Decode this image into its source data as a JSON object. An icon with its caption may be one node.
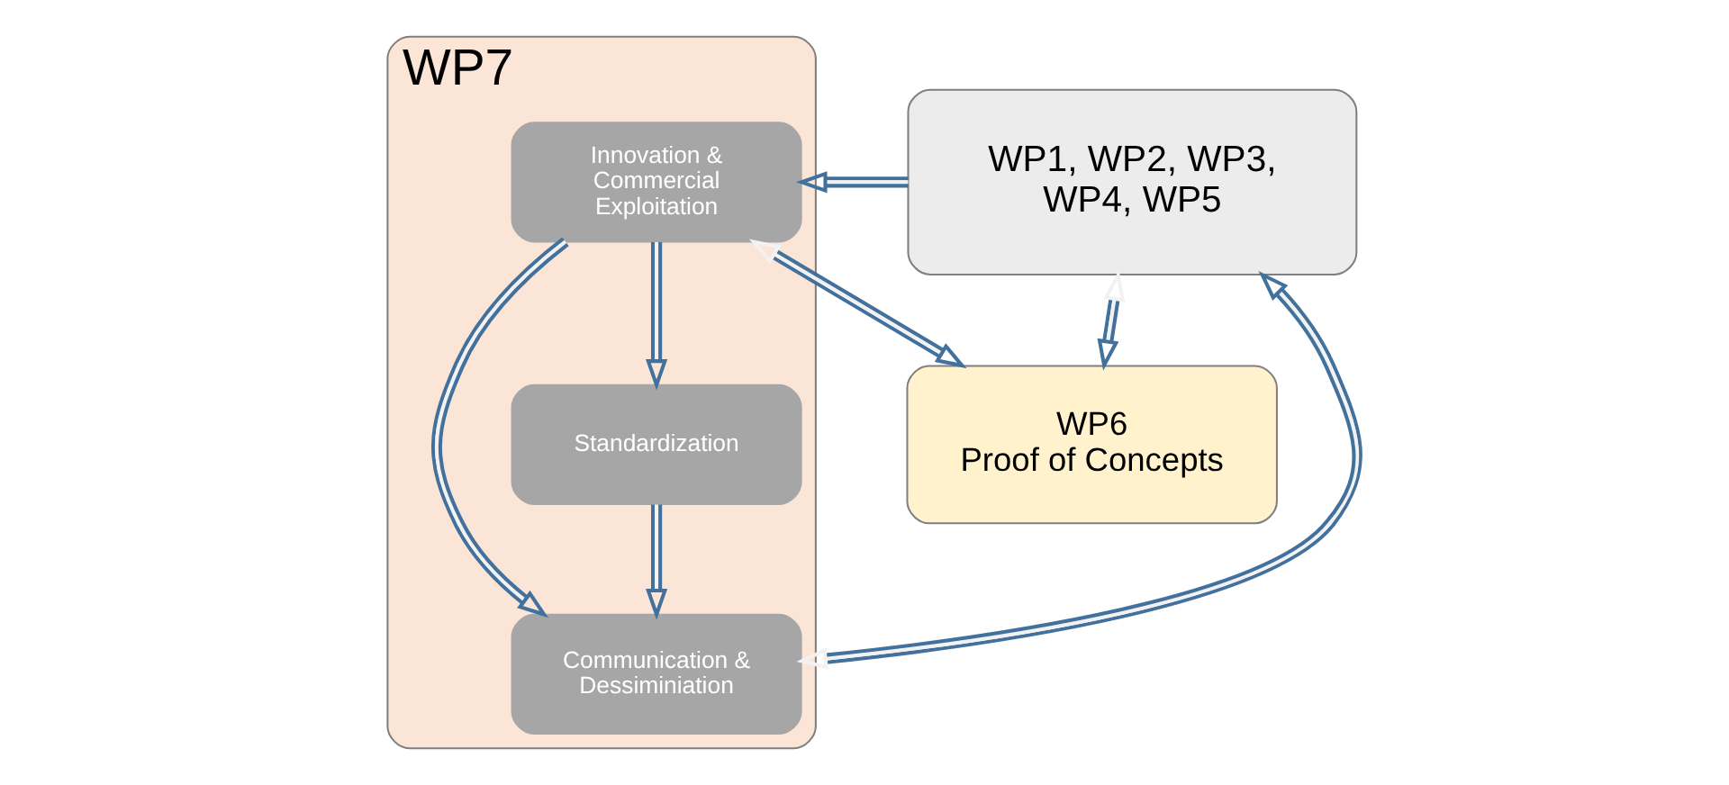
{
  "diagram": {
    "nodes": [
      {
        "text": [
          "WP7"
        ]
      },
      {
        "text": [
          "Communication & Dessiminiation"
        ],
        "in": 0
      },
      {
        "text": [
          "Standardization"
        ],
        "in": 0
      },
      {
        "text": [
          "Innovation & Commercial Exploitation"
        ],
        "in": 0
      },
      {
        "text": [
          "WP1, WP2, WP3, WP4, WP5"
        ]
      },
      {
        "text": [
          "WP6",
          "Proof of Concepts"
        ]
      }
    ],
    "edges": [
      {
        "from": 1,
        "to": 4,
        "arrow": "both"
      },
      {
        "from": 2,
        "to": 1,
        "arrow": "to"
      },
      {
        "from": 3,
        "to": 1,
        "arrow": "to"
      },
      {
        "from": 3,
        "to": 2,
        "arrow": "to"
      },
      {
        "from": 4,
        "to": 3,
        "arrow": "to"
      },
      {
        "from": 3,
        "to": 5,
        "arrow": "both"
      },
      {
        "from": 4,
        "to": 5,
        "arrow": "both"
      }
    ]
  }
}
